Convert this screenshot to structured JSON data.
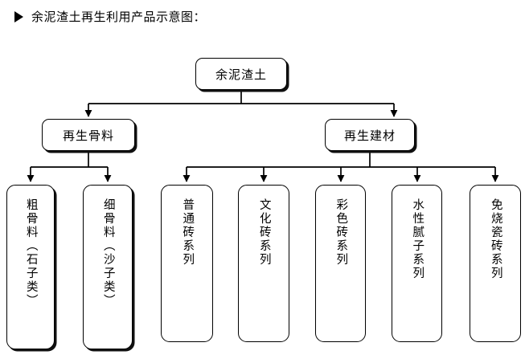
{
  "title": {
    "bullet": "triangle-right-icon",
    "text": "余泥渣土再生利用产品示意图："
  },
  "diagram": {
    "type": "tree-flowchart",
    "root": {
      "label": "余泥渣土"
    },
    "branches": [
      {
        "label": "再生骨料"
      },
      {
        "label": "再生建材"
      }
    ],
    "leaves_left": [
      {
        "label": "粗骨料（石子类）"
      },
      {
        "label": "细骨料（沙子类）"
      }
    ],
    "leaves_right": [
      {
        "label": "普通砖系列"
      },
      {
        "label": "文化砖系列"
      },
      {
        "label": "彩色砖系列"
      },
      {
        "label": "水性腻子系列"
      },
      {
        "label": "免烧瓷砖系列"
      }
    ],
    "colors": {
      "line": "#000000",
      "box_border": "#000000",
      "box_fill": "#ffffff",
      "text": "#000000"
    }
  }
}
